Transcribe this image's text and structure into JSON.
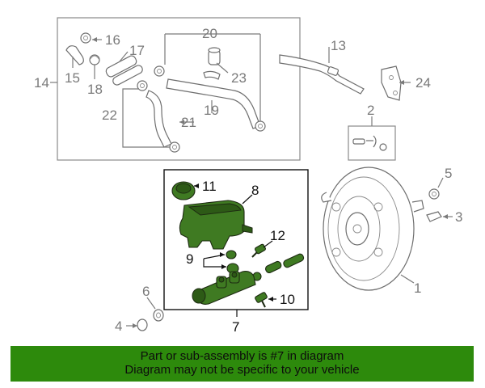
{
  "callouts": {
    "n1": "1",
    "n2": "2",
    "n3": "3",
    "n4": "4",
    "n5": "5",
    "n6": "6",
    "n7": "7",
    "n8": "8",
    "n9": "9",
    "n10": "10",
    "n11": "11",
    "n12": "12",
    "n13": "13",
    "n14": "14",
    "n15": "15",
    "n16": "16",
    "n17": "17",
    "n18": "18",
    "n19": "19",
    "n20": "20",
    "n21": "21",
    "n22": "22",
    "n23": "23",
    "n24": "24"
  },
  "banner": {
    "line1": "Part or sub-assembly is #7 in diagram",
    "line2": "Diagram may not be specific to your vehicle"
  },
  "colors": {
    "highlight_part": "#3f7a22",
    "banner_bg": "#2d8a0c",
    "line_grey": "#7a7a7a"
  }
}
